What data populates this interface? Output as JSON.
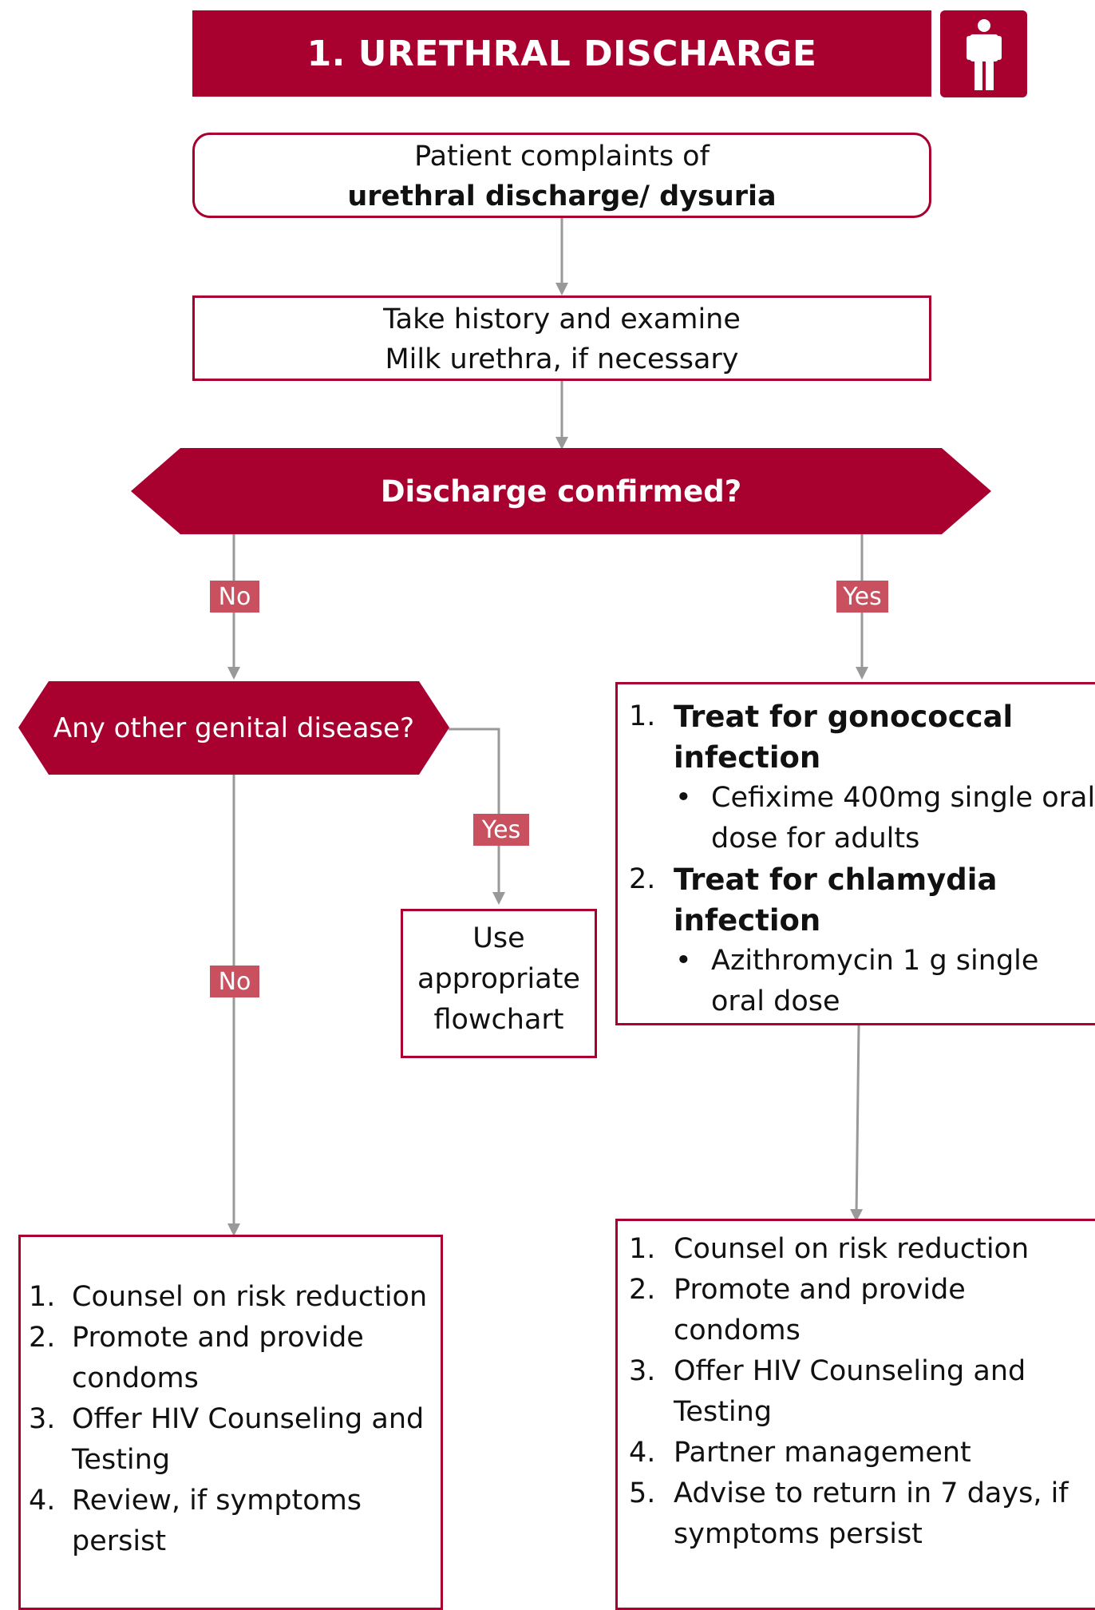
{
  "title": "1. URETHRAL DISCHARGE",
  "icon": "male-person-icon",
  "colors": {
    "brand": "#a8002f",
    "tag": "#c9505f",
    "connector": "#999999"
  },
  "start": {
    "line1": "Patient complaints of",
    "line2": "urethral discharge/ dysuria"
  },
  "step": {
    "line1": "Take history and examine",
    "line2": "Milk urethra, if necessary"
  },
  "decision1": {
    "label": "Discharge confirmed?",
    "no": "No",
    "yes": "Yes"
  },
  "decision2": {
    "label": "Any other genital disease?",
    "yes": "Yes",
    "no": "No"
  },
  "appropriate": {
    "line1": "Use",
    "line2": "appropriate",
    "line3": "flowchart"
  },
  "treat": {
    "item1": {
      "num": "1.",
      "title": "Treat for gonococcal infection",
      "bullet": "•",
      "detail": "Cefixime 400mg single oral dose for adults"
    },
    "item2": {
      "num": "2.",
      "title": "Treat for chlamydia infection",
      "bullet": "•",
      "detail": "Azithromycin 1 g single oral dose"
    }
  },
  "left_outcome": [
    {
      "num": "1.",
      "text": "Counsel on risk reduction"
    },
    {
      "num": "2.",
      "text": "Promote and provide condoms"
    },
    {
      "num": "3.",
      "text": "Offer HIV Counseling and Testing"
    },
    {
      "num": "4.",
      "text": "Review, if symptoms persist"
    }
  ],
  "right_outcome": [
    {
      "num": "1.",
      "text": "Counsel on risk reduction"
    },
    {
      "num": "2.",
      "text": "Promote and provide condoms"
    },
    {
      "num": "3.",
      "text": "Offer HIV Counseling and Testing"
    },
    {
      "num": "4.",
      "text": "Partner management"
    },
    {
      "num": "5.",
      "text": "Advise to return in 7 days, if symptoms persist"
    }
  ]
}
